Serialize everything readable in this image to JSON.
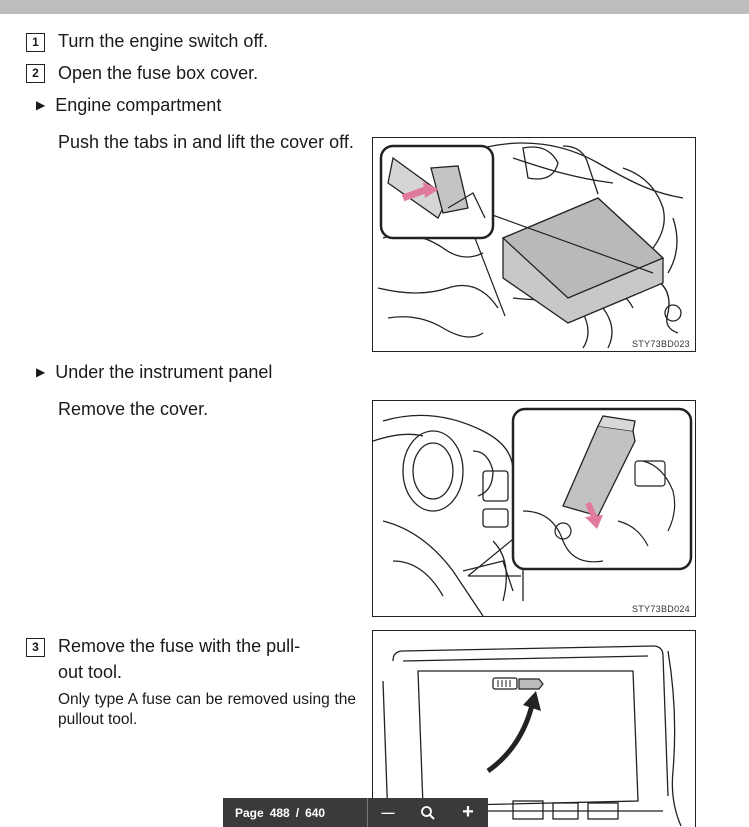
{
  "steps": [
    {
      "num": "1",
      "text": "Turn the engine switch off."
    },
    {
      "num": "2",
      "text": "Open the fuse box cover."
    },
    {
      "num": "3",
      "text": "Remove the fuse with the pull-out tool."
    }
  ],
  "step3_line1": "Remove the fuse with the pull-",
  "step3_line2": "out tool.",
  "sections": {
    "engine": {
      "bullet": "Engine compartment",
      "instruction": "Push the tabs in and lift the cover off.",
      "figure_label": "STY73BD023"
    },
    "panel": {
      "bullet": "Under the instrument panel",
      "instruction": "Remove the cover.",
      "figure_label": "STY73BD024"
    }
  },
  "note": "Only type A fuse can be removed using the pullout tool.",
  "pager": {
    "label": "Page",
    "current": "488",
    "separator": "/",
    "total": "640",
    "zoom_out_glyph": "—",
    "zoom_glyph": "⌕",
    "zoom_in_glyph": "+"
  },
  "icons": {
    "bullet": "triangle-right-icon",
    "zoom": "magnifier-icon"
  }
}
